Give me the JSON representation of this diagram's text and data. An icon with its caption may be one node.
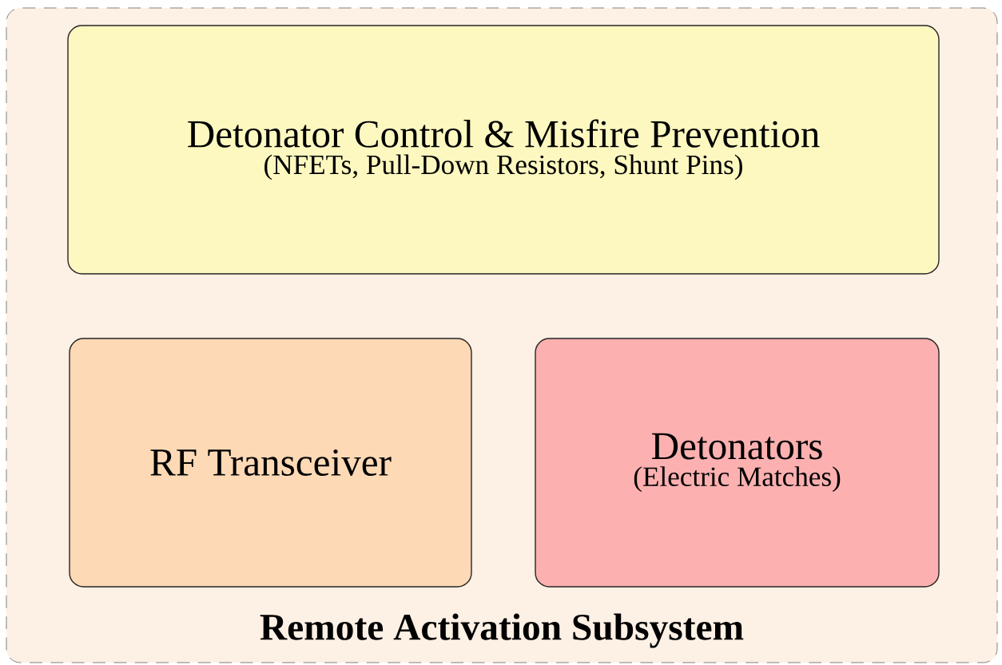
{
  "diagram": {
    "nodes": [
      {
        "text": [
          "Remote Activation Subsystem"
        ]
      },
      {
        "text": [
          "Detonator Control & Misfire Prevention",
          "(NFETs, Pull-Down Resistors, Shunt Pins)"
        ],
        "in": 0
      },
      {
        "text": [
          "RF Transceiver"
        ],
        "in": 0
      },
      {
        "text": [
          "Detonators",
          "(Electric Matches)"
        ],
        "in": 0
      }
    ]
  }
}
